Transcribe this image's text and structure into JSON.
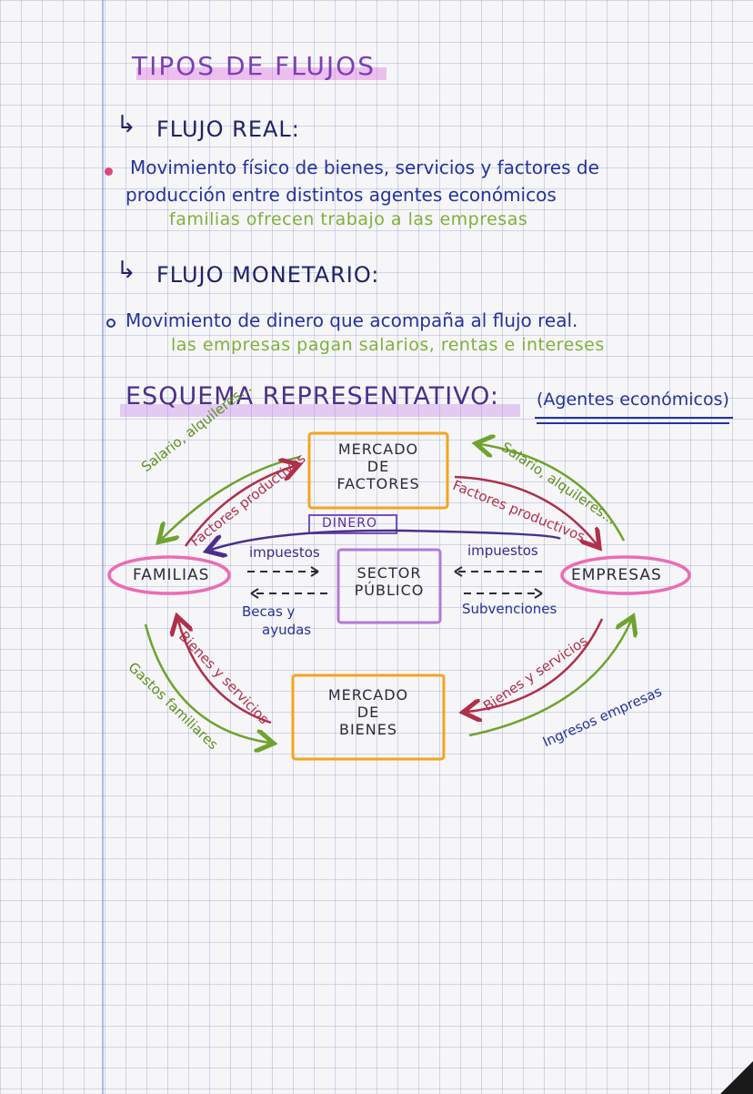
{
  "page": {
    "title": "TIPOS DE FLUJOS",
    "flujo_real": {
      "heading": "FLUJO REAL:",
      "line1": "Movimiento físico de bienes, servicios y factores de",
      "line2": "producción entre distintos agentes económicos",
      "example": "familias ofrecen trabajo a las empresas"
    },
    "flujo_monetario": {
      "heading": "FLUJO MONETARIO:",
      "line1": "Movimiento de dinero que acompaña al flujo real.",
      "example": "las empresas pagan salarios, rentas e intereses"
    },
    "esquema": {
      "title": "ESQUEMA REPRESENTATIVO:",
      "subtitle": "(Agentes económicos)"
    }
  },
  "diagram": {
    "mercado_factores": [
      "MERCADO",
      "DE",
      "FACTORES"
    ],
    "mercado_bienes": [
      "MERCADO",
      "DE",
      "BIENES"
    ],
    "sector_publico": [
      "SECTOR",
      "PÚBLICO"
    ],
    "familias": "FAMILIAS",
    "empresas": "EMPRESAS",
    "dinero": "DINERO",
    "impuestos_left": "impuestos",
    "impuestos_right": "impuestos",
    "becas": [
      "Becas y",
      "ayudas"
    ],
    "subvenciones": "Subvenciones",
    "salario_left": "Salario, alquileres...",
    "factores_left": "Factores productivos",
    "salario_right": "Salario, alquileres...",
    "factores_right": "Factores productivos",
    "bienes_left": "Bienes y servicios",
    "gastos_left": "Gastos familiares",
    "bienes_right": "Bienes y servicios",
    "ingresos_right": "Ingresos empresas"
  },
  "colors": {
    "pen_navy": "#24339a",
    "pen_green": "#7fb03a",
    "pen_red": "#b02f4a",
    "pen_purple": "#5a2fa0",
    "box_orange": "#f4a41e",
    "box_purple": "#b07ad8",
    "oval_pink": "#ec6bb4"
  }
}
